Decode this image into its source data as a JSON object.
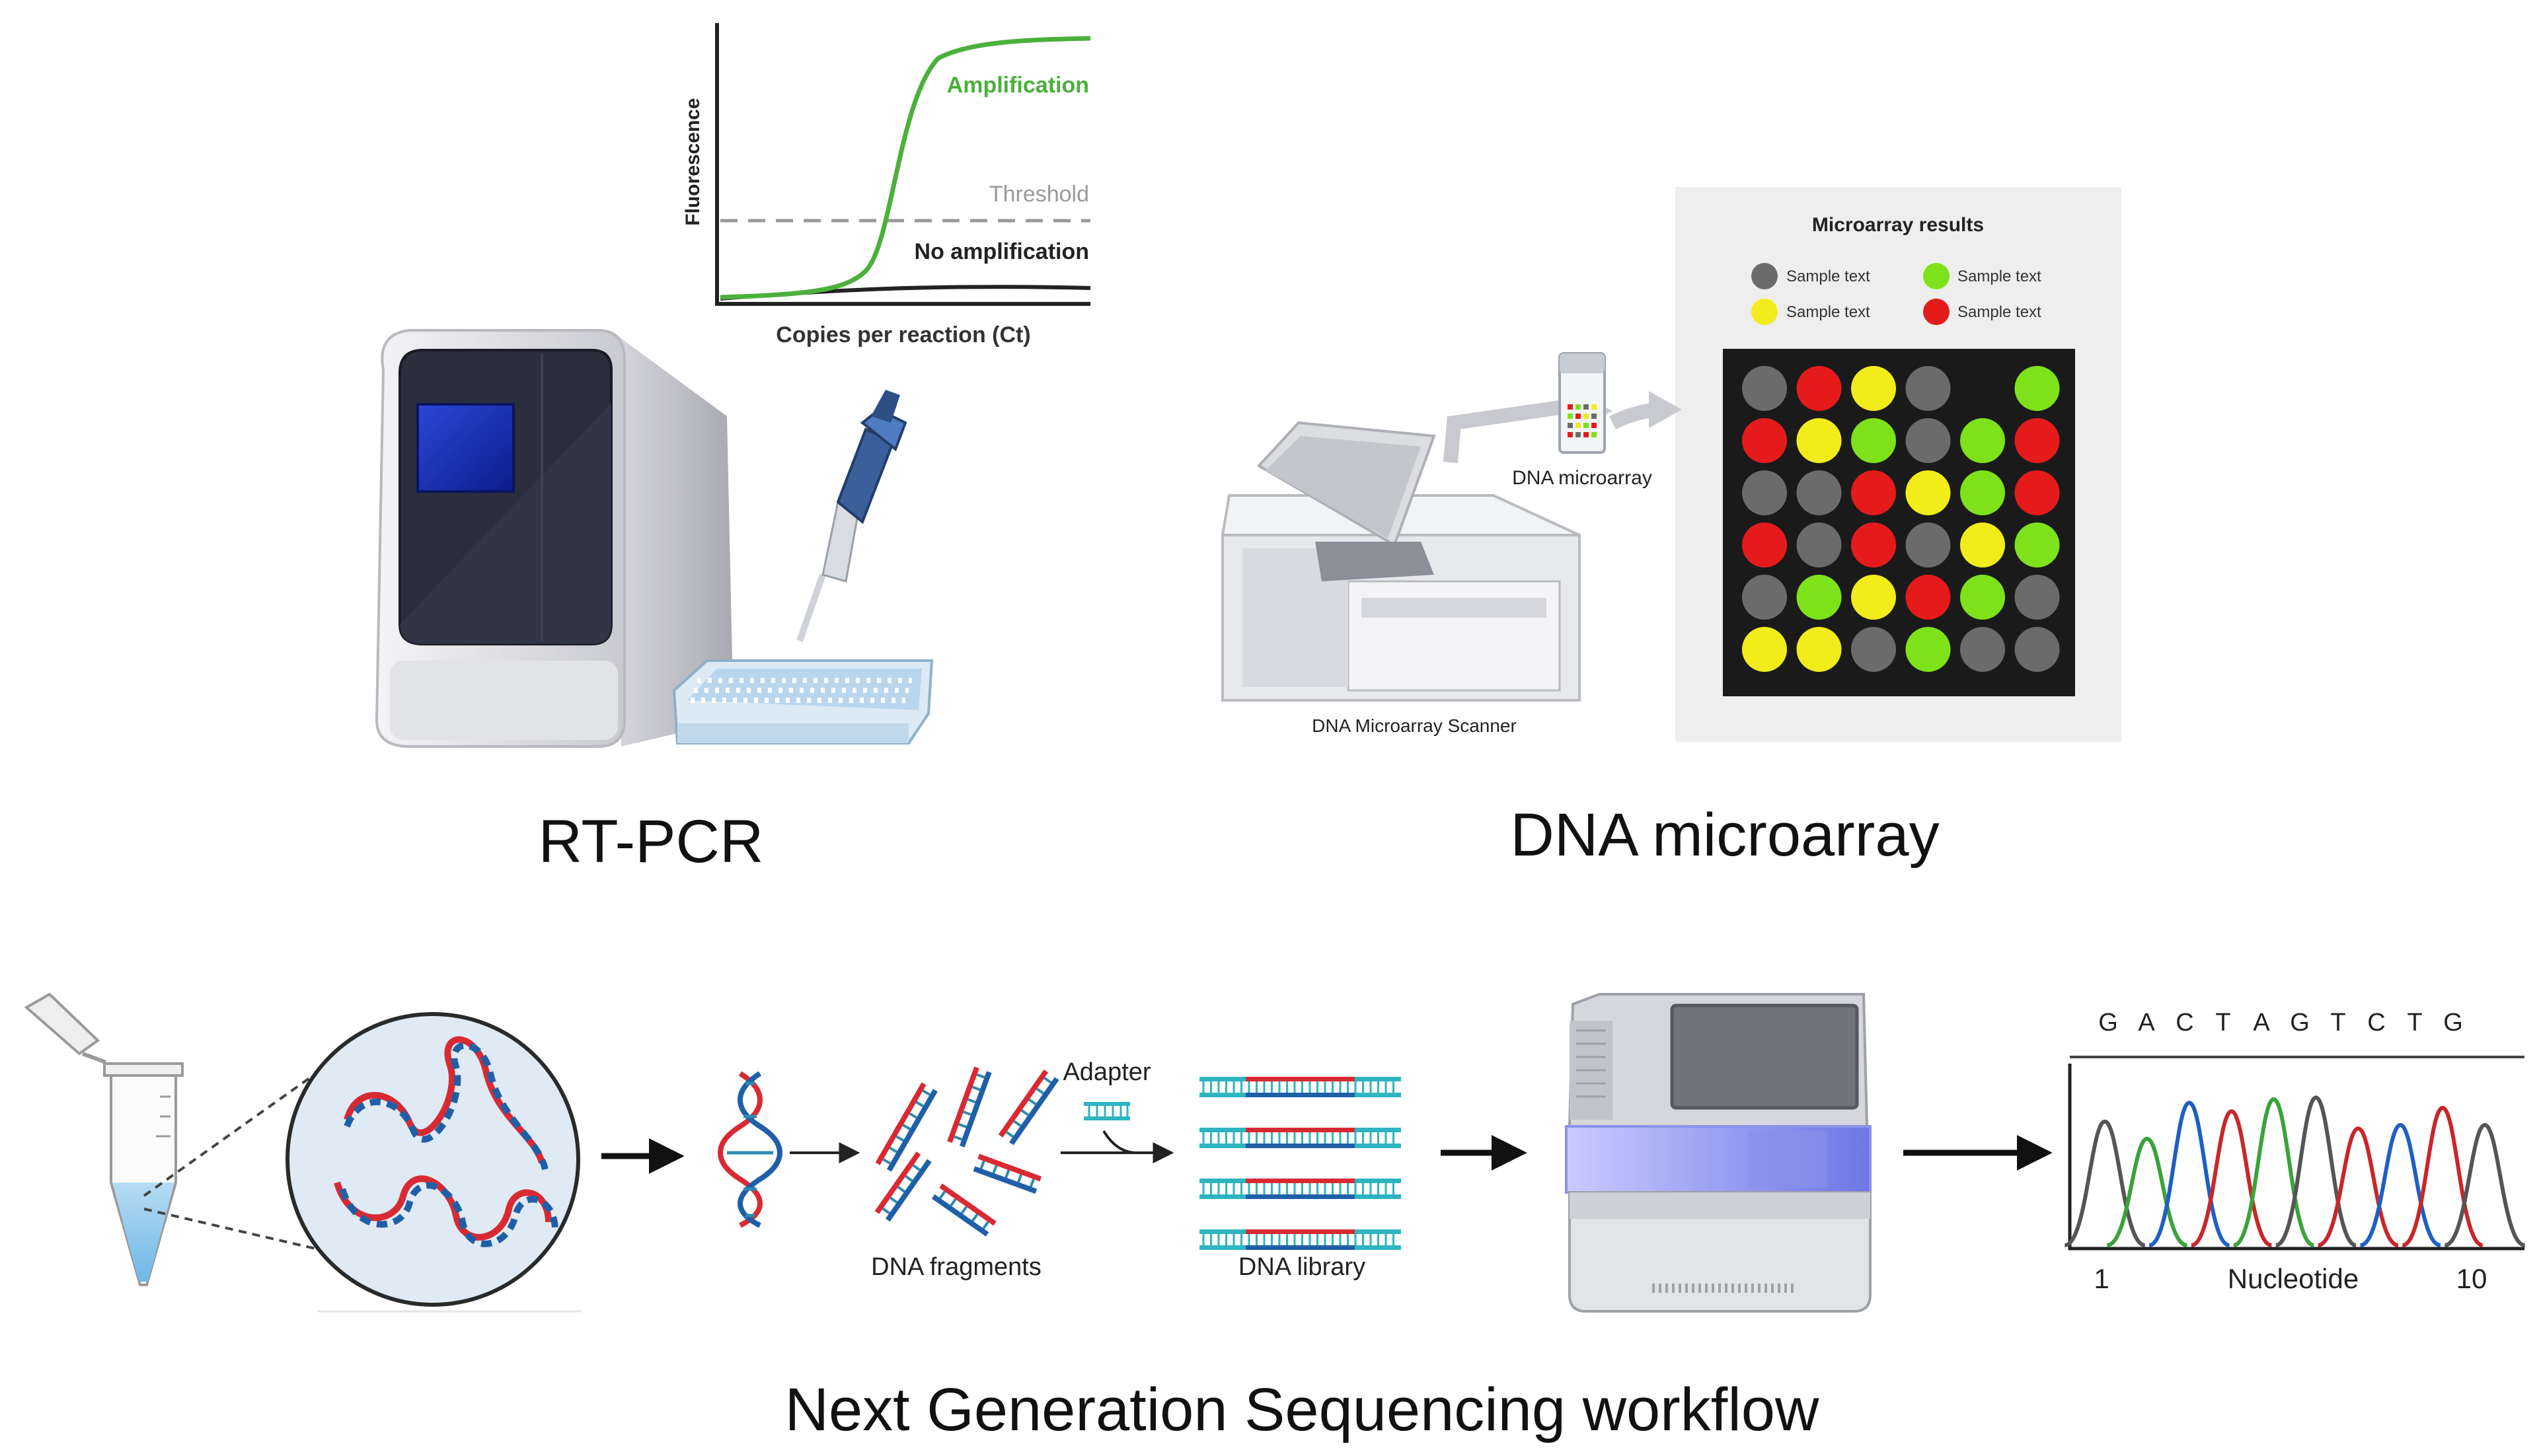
{
  "qpcr_chart": {
    "ylabel": "Fluorescence",
    "xlabel": "Copies per reaction (Ct)",
    "curve_labels": {
      "amplification": "Amplification",
      "threshold": "Threshold",
      "no_amplification": "No amplification"
    },
    "colors": {
      "amplification": "#4cb03c",
      "threshold": "#9a9a9a",
      "no_amplification": "#222222"
    }
  },
  "microarray": {
    "scanner_label": "DNA Microarray Scanner",
    "chip_label": "DNA microarray",
    "results_title": "Microarray results",
    "legend": [
      {
        "label": "Sample text",
        "color": "#6b6b6b"
      },
      {
        "label": "Sample text",
        "color": "#7ee21a"
      },
      {
        "label": "Sample text",
        "color": "#f2ec1a"
      },
      {
        "label": "Sample text",
        "color": "#e51b1b"
      }
    ],
    "grid": [
      [
        "grey",
        "red",
        "yellow",
        "grey",
        "none",
        "green"
      ],
      [
        "red",
        "yellow",
        "green",
        "grey",
        "green",
        "red"
      ],
      [
        "grey",
        "grey",
        "red",
        "yellow",
        "green",
        "red"
      ],
      [
        "red",
        "grey",
        "red",
        "grey",
        "yellow",
        "green"
      ],
      [
        "grey",
        "green",
        "yellow",
        "red",
        "green",
        "grey"
      ],
      [
        "yellow",
        "yellow",
        "grey",
        "green",
        "grey",
        "grey"
      ]
    ],
    "dot_colors": {
      "grey": "#6b6b6b",
      "red": "#e51b1b",
      "yellow": "#f2ec1a",
      "green": "#7ee21a"
    }
  },
  "captions": {
    "rtpcr": "RT-PCR",
    "microarray": "DNA microarray",
    "ngs": "Next Generation Sequencing workflow"
  },
  "ngs": {
    "fragments_label": "DNA fragments",
    "adapter_label": "Adapter",
    "library_label": "DNA library",
    "chromatogram": {
      "bases": [
        "G",
        "A",
        "C",
        "T",
        "A",
        "G",
        "T",
        "C",
        "T",
        "G"
      ],
      "peak_colors": [
        "#555555",
        "#3aa33a",
        "#1f5fc4",
        "#c8262b",
        "#3aa33a",
        "#555555",
        "#c8262b",
        "#1f5fc4",
        "#c8262b",
        "#555555"
      ],
      "x_start_label": "1",
      "x_end_label": "10",
      "xlabel": "Nucleotide"
    }
  }
}
